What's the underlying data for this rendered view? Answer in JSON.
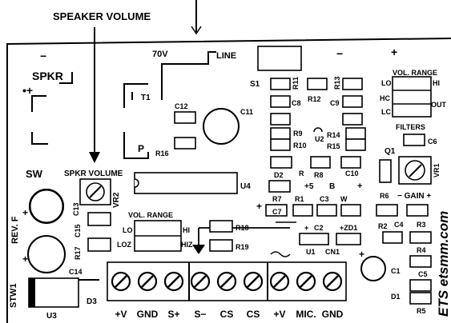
{
  "header": {
    "speaker_volume": "SPEAKER VOLUME"
  },
  "board": {
    "spkr_minus": "−",
    "spkr": "SPKR",
    "spkr_plus": "•+",
    "sw": "SW",
    "spkr_volume": "SPKR VOLUME",
    "rev": "REV. F",
    "stw1": "STW1",
    "u3": "U3",
    "d3": "D3",
    "c14": "C14",
    "c13": "C13",
    "c15": "C15",
    "r17": "R17",
    "vr2": "VR2",
    "t1": "T1",
    "v70": "70V",
    "line": "LINE",
    "c12": "C12",
    "c11": "C11",
    "r16": "R16",
    "p": "P",
    "u4": "U4",
    "vol_range_left": "VOL. RANGE",
    "lo": "LO",
    "hi": "HI",
    "loz": "LOZ",
    "hiz": "HIZ",
    "r18": "R18",
    "r19": "R19",
    "s1": "S1",
    "r11": "R11",
    "c8": "C8",
    "r12": "R12",
    "r13": "R13",
    "c9": "C9",
    "r9": "R9",
    "r10": "R10",
    "u2": "U2",
    "r14": "R14",
    "r15": "R15",
    "d2": "D2",
    "r": "R",
    "r8": "R8",
    "c10": "C10",
    "plus5": "+5",
    "minus": "−",
    "b": "B",
    "r7": "R7",
    "r1": "R1",
    "c3": "C3",
    "w": "W",
    "c7": "C7",
    "plus_c2": "+",
    "c2": "C2",
    "zd1": "+ZD1",
    "u1": "U1",
    "cn1": "CN1",
    "top_minus": "−",
    "top_plus": "+",
    "vol_range_right": "VOL. RANGE",
    "lo_r": "LO",
    "hi_r": "HI",
    "hc": "HC",
    "lc": "LC",
    "out": "OUT",
    "filters": "FILTERS",
    "c6": "C6",
    "q1": "Q1",
    "vr1": "VR1",
    "r6": "R6",
    "gain": "− GAIN +",
    "r2": "R2",
    "c4": "C4",
    "r3": "R3",
    "r4": "R4",
    "c1": "C1",
    "c5": "C5",
    "d1": "D1",
    "r5": "R5",
    "brand": "ETS etsmm.com",
    "terminals": [
      "+V",
      "GND",
      "S+",
      "S−",
      "CS",
      "CS",
      "+V",
      "MIC.",
      "GND"
    ]
  }
}
